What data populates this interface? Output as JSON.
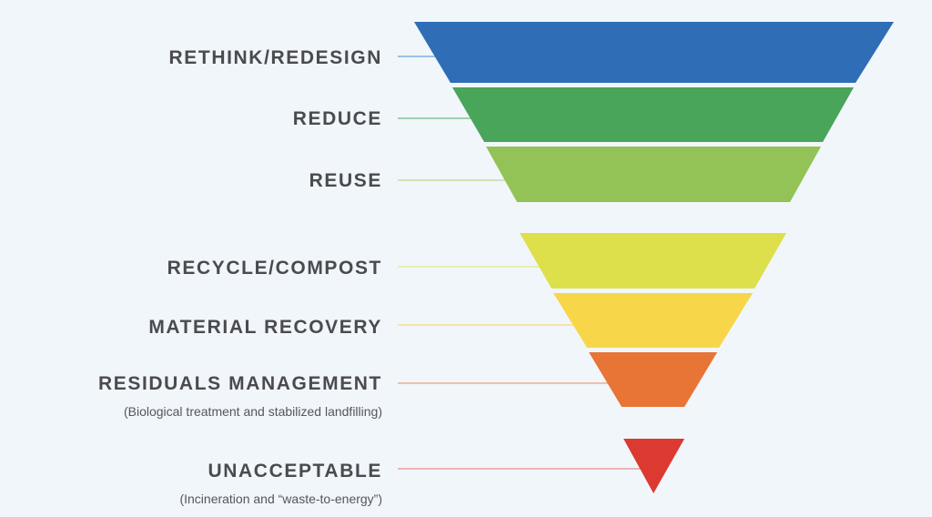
{
  "hierarchy": {
    "tiers": [
      {
        "label": "RETHINK/REDESIGN",
        "sublabel": "",
        "color": "#2f6db6",
        "line_color": "#6a9fd6"
      },
      {
        "label": "REDUCE",
        "sublabel": "",
        "color": "#48a55a",
        "line_color": "#6cbd7a"
      },
      {
        "label": "REUSE",
        "sublabel": "",
        "color": "#93c356",
        "line_color": "#b5d98c"
      },
      {
        "label": "RECYCLE/COMPOST",
        "sublabel": "",
        "color": "#dde04a",
        "line_color": "#e6e87e"
      },
      {
        "label": "MATERIAL RECOVERY",
        "sublabel": "",
        "color": "#f8d64a",
        "line_color": "#f6dc78"
      },
      {
        "label": "RESIDUALS MANAGEMENT",
        "sublabel": "(Biological treatment and stabilized landfilling)",
        "color": "#e87436",
        "line_color": "#f0a07a"
      },
      {
        "label": "UNACCEPTABLE",
        "sublabel": "(Incineration and “waste-to-energy”)",
        "color": "#dc3a30",
        "line_color": "#ec8a8a"
      }
    ]
  }
}
